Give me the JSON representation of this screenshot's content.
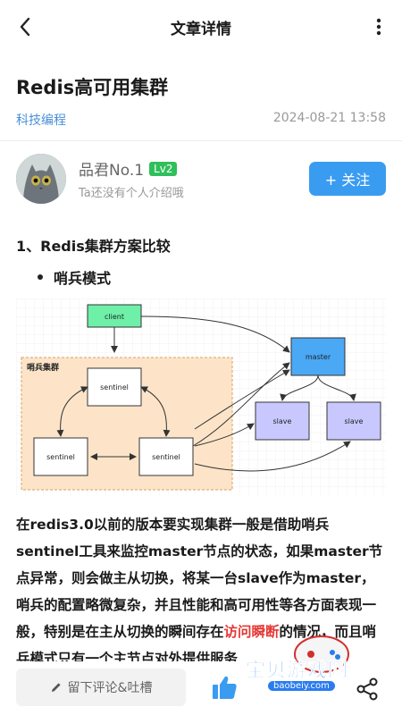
{
  "header": {
    "title": "文章详情"
  },
  "article": {
    "title": "Redis高可用集群",
    "category": "科技编程",
    "date": "2024-08-21 13:58"
  },
  "author": {
    "name": "品君No.1",
    "level": "Lv2",
    "bio": "Ta还没有个人介绍哦",
    "follow_label": "+ 关注"
  },
  "content": {
    "heading": "1、Redis集群方案比较",
    "bullet": "哨兵模式",
    "diagram": {
      "client": "client",
      "group_label": "哨兵集群",
      "sentinel_top": "sentinel",
      "sentinel_left": "sentinel",
      "sentinel_right": "sentinel",
      "master": "master",
      "slave_1": "slave",
      "slave_2": "slave"
    },
    "paragraph_before": "在redis3.0以前的版本要实现集群一般是借助哨兵sentinel工具来监控master节点的状态，如果master节点异常，则会做主从切换，将某一台slave作为master，哨兵的配置略微复杂，并且性能和高可用性等各方面表现一般，特别是在主从切换的瞬间存在",
    "paragraph_red": "访问瞬断",
    "paragraph_after": "的情况，而且哨兵模式只有一个主节点对外提供服务"
  },
  "bottom": {
    "comment_label": "留下评论&吐槽",
    "watermark_text": "宝贝游戏网",
    "watermark_url": "baobeiy.com"
  },
  "colors": {
    "accent": "#3a9cf0",
    "category": "#4a90d9",
    "level_badge": "#2fbf5b",
    "highlight_red": "#e53935",
    "client_node": "#6ef0a8",
    "master_node": "#4aa8f5",
    "slave_node": "#c8c8ff",
    "sentinel_group": "#fde4c8"
  },
  "icons": {
    "back": "chevron-left",
    "more": "vertical-dots",
    "comment": "pencil",
    "like": "thumbs-up",
    "share": "share-nodes"
  }
}
